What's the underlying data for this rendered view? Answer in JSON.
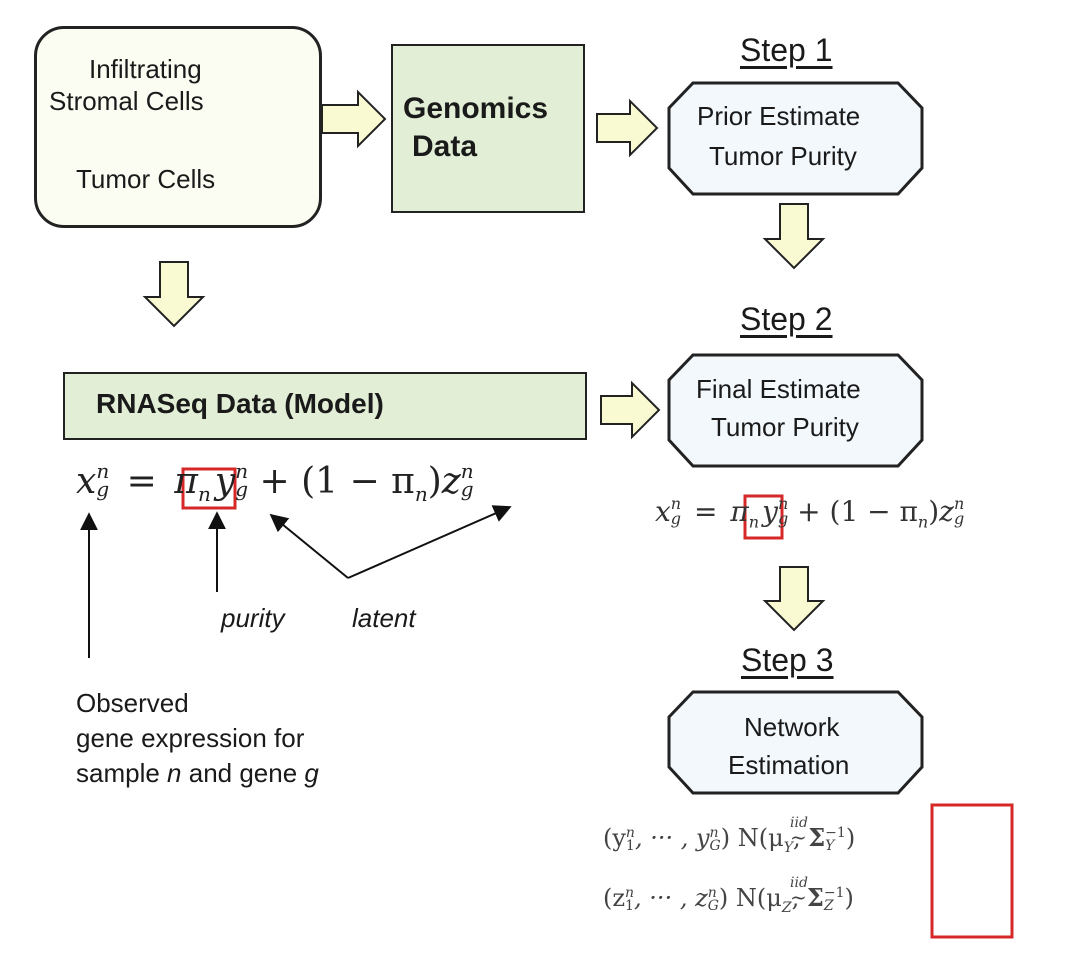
{
  "cells_box": {
    "stromal_line1": "Infiltrating",
    "stromal_line2": "Stromal Cells",
    "tumor_label": "Tumor Cells"
  },
  "genomics": {
    "line1": "Genomics",
    "line2": "Data"
  },
  "rnaseq": {
    "label": "RNASeq Data (Model)"
  },
  "steps": [
    {
      "title": "Step 1",
      "line1": "Prior Estimate",
      "line2": "Tumor Purity"
    },
    {
      "title": "Step 2",
      "line1": "Final Estimate",
      "line2": "Tumor Purity"
    },
    {
      "title": "Step 3",
      "line1": "Network",
      "line2": "Estimation"
    }
  ],
  "model_eq": {
    "x": "x",
    "x_sub": "g",
    "x_sup": "n",
    "eq": "=",
    "pi": "π",
    "pi_sub": "n",
    "y": "y",
    "y_sub": "g",
    "y_sup": "n",
    "mid": "+ (1 − π",
    "mid_sub": "n",
    "close": ")",
    "z": "z",
    "z_sub": "g",
    "z_sup": "n"
  },
  "annotations": {
    "purity": "purity",
    "latent": "latent",
    "obs_line1": "Observed",
    "obs_line2": "gene expression for",
    "obs_line3_a": "sample ",
    "obs_line3_n": "n",
    "obs_line3_b": " and gene ",
    "obs_line3_g": "g"
  },
  "network_eq": {
    "row1_left": "(y",
    "row1_sub1": "1",
    "row1_sup1": "n",
    "row1_dots": ", ··· , y",
    "row1_sub2": "G",
    "row1_sup2": "n",
    "iid": "iid",
    "tilde": "~",
    "row1_N": ") N(μ",
    "row1_mu_sub": "Y",
    "row1_sigma": "Σ",
    "row1_sigma_sub": "Y",
    "row1_sigma_sup": "−1",
    "row1_end": ")",
    "row2_left": "(z",
    "row2_sub1": "1",
    "row2_sup1": "n",
    "row2_dots": ", ··· , z",
    "row2_sub2": "G",
    "row2_sup2": "n",
    "row2_N": ") N(μ",
    "row2_mu_sub": "Z",
    "row2_sigma": "Σ",
    "row2_sigma_sub": "Z",
    "row2_sigma_sup": "−1",
    "row2_end": ")"
  },
  "colors": {
    "box_green": "#e2efd6",
    "step_fill": "#f3f8fd",
    "arrow_fill": "#fafad2",
    "highlight": "#d62828"
  }
}
